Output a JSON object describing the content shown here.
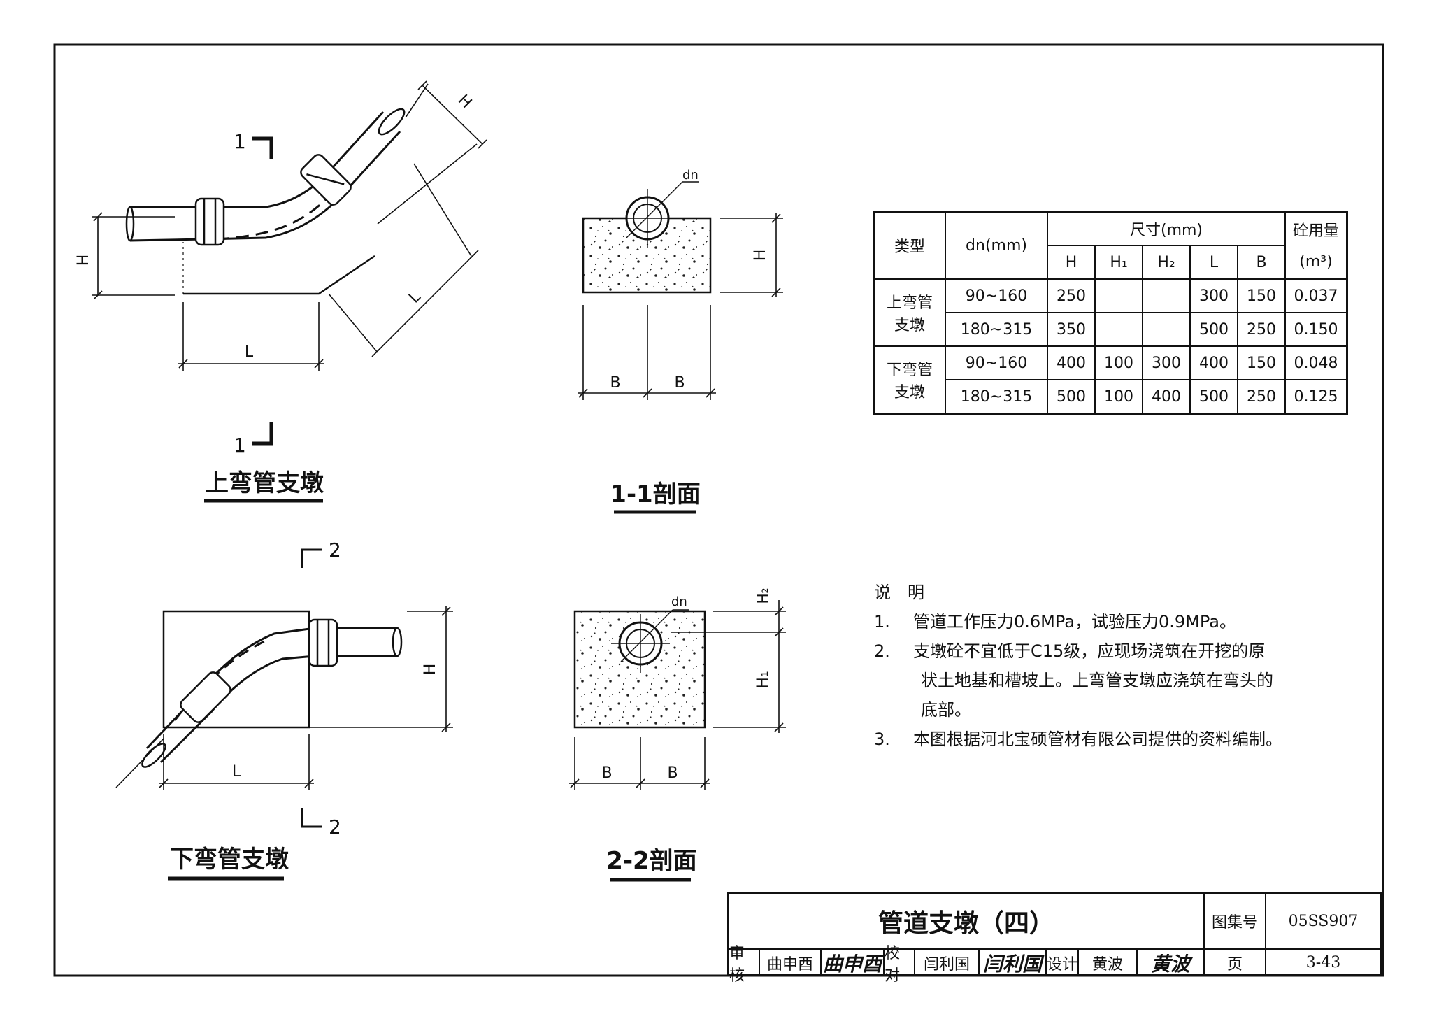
{
  "upper_bend": {
    "title": "上弯管支墩",
    "section_mark_top": "1",
    "section_mark_bottom": "1",
    "dims": {
      "h_left": "H",
      "h_diag": "H",
      "l_bottom": "L",
      "l_diag": "L"
    }
  },
  "section_1_1": {
    "title": "1-1剖面",
    "dn": "dn",
    "dims": {
      "h": "H",
      "b_left": "B",
      "b_right": "B"
    }
  },
  "lower_bend": {
    "title": "下弯管支墩",
    "section_mark_top": "2",
    "section_mark_bottom": "2",
    "dims": {
      "h": "H",
      "l": "L"
    }
  },
  "section_2_2": {
    "title": "2-2剖面",
    "dn": "dn",
    "dims": {
      "h2": "H₂",
      "h1": "H₁",
      "b_left": "B",
      "b_right": "B"
    }
  },
  "table": {
    "col_type": "类型",
    "col_dn": "dn(mm)",
    "col_size": "尺寸(mm)",
    "col_conc_1": "砼用量",
    "col_conc_2": "(m³)",
    "sub_headers": [
      "H",
      "H₁",
      "H₂",
      "L",
      "B"
    ],
    "groups": [
      {
        "type_1": "上弯管",
        "type_2": "支墩",
        "rows": [
          {
            "dn": "90~160",
            "H": "250",
            "H1": "",
            "H2": "",
            "L": "300",
            "B": "150",
            "conc": "0.037"
          },
          {
            "dn": "180~315",
            "H": "350",
            "H1": "",
            "H2": "",
            "L": "500",
            "B": "250",
            "conc": "0.150"
          }
        ]
      },
      {
        "type_1": "下弯管",
        "type_2": "支墩",
        "rows": [
          {
            "dn": "90~160",
            "H": "400",
            "H1": "100",
            "H2": "300",
            "L": "400",
            "B": "150",
            "conc": "0.048"
          },
          {
            "dn": "180~315",
            "H": "500",
            "H1": "100",
            "H2": "400",
            "L": "500",
            "B": "250",
            "conc": "0.125"
          }
        ]
      }
    ]
  },
  "notes": {
    "heading": "说明",
    "items": [
      {
        "num": "1.",
        "text": "管道工作压力0.6MPa，试验压力0.9MPa。"
      },
      {
        "num": "2.",
        "text": "支墩砼不宜低于C15级，应现场浇筑在开挖的原",
        "cont": [
          "状土地基和槽坡上。上弯管支墩应浇筑在弯头的",
          "底部。"
        ]
      },
      {
        "num": "3.",
        "text": "本图根据河北宝硕管材有限公司提供的资料编制。"
      }
    ]
  },
  "title_block": {
    "drawing_title": "管道支墩（四）",
    "atlas_label": "图集号",
    "atlas_no": "05SS907",
    "review_label": "审核",
    "reviewer": "曲申酉",
    "reviewer_sig": "曲申酉",
    "check_label": "校对",
    "checker": "闫利国",
    "checker_sig": "闫利国",
    "design_label": "设计",
    "designer": "黄波",
    "designer_sig": "黄波",
    "page_label": "页",
    "page_no": "3-43"
  }
}
